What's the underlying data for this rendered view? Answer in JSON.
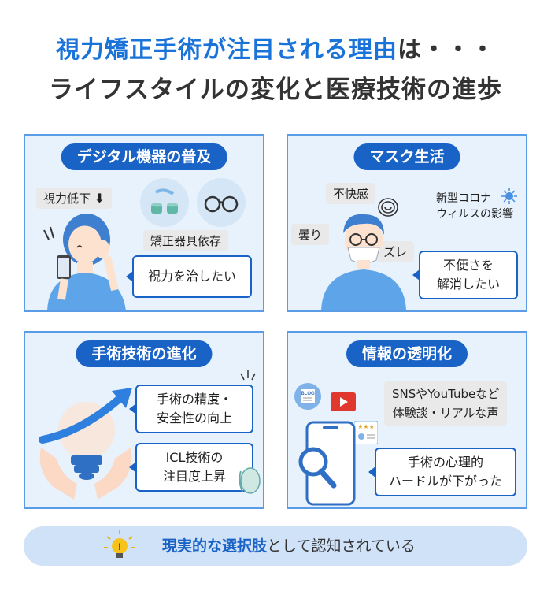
{
  "title": {
    "line1_highlight": "視力矯正手術が注目される理由",
    "line1_suffix": "は・・・",
    "line2": "ライフスタイルの変化と医療技術の進歩"
  },
  "panels": [
    {
      "heading": "デジタル機器の普及",
      "tag_vision": "視力低下",
      "tag_dependence": "矯正器具依存",
      "bubble": "視力を治したい"
    },
    {
      "heading": "マスク生活",
      "tag_discomfort": "不快感",
      "tag_fog": "曇り",
      "tag_slip": "ズレ",
      "covid_line1": "新型コロナ",
      "covid_line2": "ウィルスの影響",
      "bubble_line1": "不便さを",
      "bubble_line2": "解消したい"
    },
    {
      "heading": "手術技術の進化",
      "bubble1_line1": "手術の精度・",
      "bubble1_line2": "安全性の向上",
      "bubble2_line1": "ICL技術の",
      "bubble2_line2": "注目度上昇"
    },
    {
      "heading": "情報の透明化",
      "tag_line1": "SNSやYouTubeなど",
      "tag_line2": "体験談・リアルな声",
      "bubble_line1": "手術の心理的",
      "bubble_line2": "ハードルが下がった",
      "blog_label": "BLOG"
    }
  ],
  "footer": {
    "highlight": "現実的な選択肢",
    "rest": "として認知されている"
  },
  "colors": {
    "accent_blue": "#1a73d9",
    "pill_blue": "#1a63c6",
    "panel_bg": "#e8f2fc",
    "panel_border": "#5a9de6",
    "footer_bg": "#cfe2f7"
  }
}
